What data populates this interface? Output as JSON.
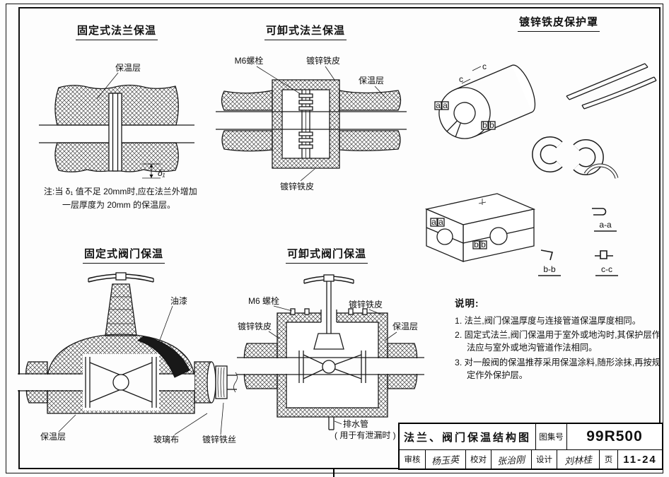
{
  "sections": {
    "fixed_flange": {
      "title": "固定式法兰保温",
      "label_insulation": "保温层",
      "label_delta": "δ₁",
      "note_lines": [
        "注:当 δ₁ 值不足 20mm时,应在法兰外增加",
        "一层厚度为 20mm 的保温层。"
      ]
    },
    "removable_flange": {
      "title": "可卸式法兰保温",
      "label_bolt": "M6螺栓",
      "label_sheet_top": "镀锌铁皮",
      "label_insulation": "保温层",
      "label_sheet_bottom": "镀锌铁皮"
    },
    "protective_cover": {
      "title": "镀锌铁皮保护罩",
      "mark_a": "a",
      "mark_b": "b",
      "mark_c": "c",
      "section_aa": "a-a",
      "section_bb": "b-b",
      "section_cc": "c-c"
    },
    "fixed_valve": {
      "title": "固定式阀门保温",
      "label_paint": "油漆",
      "label_insulation": "保温层",
      "label_glass_cloth": "玻璃布",
      "label_wire": "镀锌铁丝"
    },
    "removable_valve": {
      "title": "可卸式阀门保温",
      "label_bolt": "M6 螺栓",
      "label_sheet_left": "镀锌铁皮",
      "label_sheet_right": "镀锌铁皮",
      "label_insulation": "保温层",
      "label_drain": "排水管",
      "label_drain_note": "( 用于有泄漏时 )"
    },
    "notes": {
      "title": "说明:",
      "items": [
        {
          "lines": [
            "1. 法兰,阀门保温厚度与连接管道保温厚度相同。"
          ]
        },
        {
          "lines": [
            "2. 固定式法兰,阀门保温用于室外或地沟时,其保护层作",
            "法应与室外或地沟管道作法相同。"
          ]
        },
        {
          "lines": [
            "3. 对一般阀的保温推荐采用保温涂料,随形涂抹,再按规",
            "定作外保护层。"
          ]
        }
      ]
    }
  },
  "title_block": {
    "drawing_title": "法兰、阀门保温结构图",
    "atlas_label": "图集号",
    "atlas_number": "99R500",
    "page_label": "页",
    "page_number": "11-24",
    "review_label": "审核",
    "review_signature": "杨玉英",
    "check_label": "校对",
    "check_signature": "张治刚",
    "design_label": "设计",
    "design_signature": "刘林桂"
  }
}
